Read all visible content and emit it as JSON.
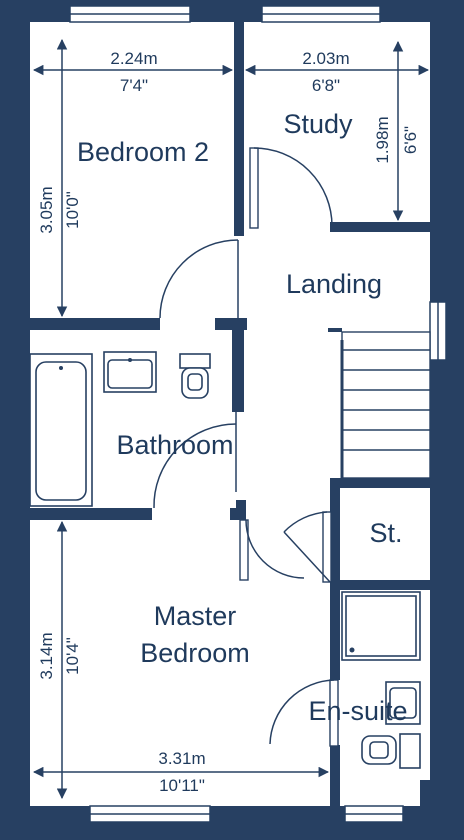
{
  "colors": {
    "wall": "#274062",
    "text": "#1f3a5c",
    "background": "#ffffff"
  },
  "rooms": {
    "bedroom2": "Bedroom 2",
    "study": "Study",
    "landing": "Landing",
    "bathroom": "Bathroom",
    "store": "St.",
    "master_line1": "Master",
    "master_line2": "Bedroom",
    "ensuite": "En-suite"
  },
  "dimensions": {
    "bedroom2_width_m": "2.24m",
    "bedroom2_width_ft": "7'4\"",
    "bedroom2_depth_m": "3.05m",
    "bedroom2_depth_ft": "10'0\"",
    "study_width_m": "2.03m",
    "study_width_ft": "6'8\"",
    "study_depth_m": "1.98m",
    "study_depth_ft": "6'6\"",
    "master_width_m": "3.31m",
    "master_width_ft": "10'11\"",
    "master_depth_m": "3.14m",
    "master_depth_ft": "10'4\""
  }
}
